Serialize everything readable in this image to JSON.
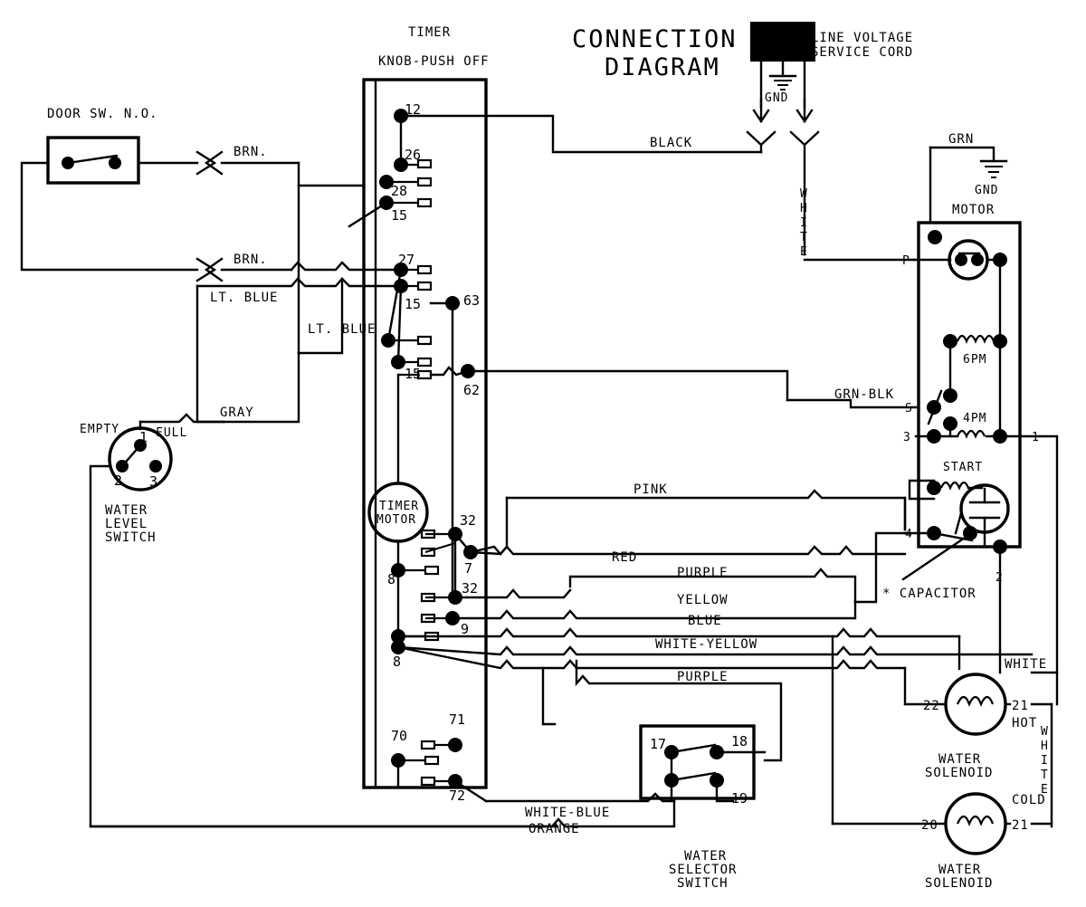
{
  "diagram": {
    "title_line1": "CONNECTION",
    "title_line2": "DIAGRAM",
    "type": "appliance-wiring-connection-diagram"
  },
  "service_cord": {
    "label_line1": "LINE VOLTAGE",
    "label_line2": "SERVICE CORD",
    "ground_label": "GND",
    "plug_icon": "plug-block-icon",
    "ground_icon": "earth-ground-icon"
  },
  "components": {
    "door_switch": {
      "label": "DOOR SW. N.O.",
      "symbol": "normally-open-switch"
    },
    "timer": {
      "label_line1": "TIMER",
      "label_line2": "KNOB-PUSH OFF",
      "motor_label_line1": "TIMER",
      "motor_label_line2": "MOTOR",
      "terminals": [
        "12",
        "26",
        "28",
        "15",
        "27",
        "15",
        "15",
        "63",
        "62",
        "32",
        "7",
        "8",
        "32",
        "9",
        "8",
        "71",
        "70",
        "72"
      ]
    },
    "water_level_switch": {
      "label_line1": "WATER",
      "label_line2": "LEVEL",
      "label_line3": "SWITCH",
      "position_left": "EMPTY",
      "position_right": "FULL",
      "terminals": [
        "1",
        "2",
        "3"
      ]
    },
    "water_selector_switch": {
      "label_line1": "WATER",
      "label_line2": "SELECTOR",
      "label_line3": "SWITCH",
      "terminals": [
        "17",
        "18",
        "19"
      ]
    },
    "motor": {
      "label": "MOTOR",
      "ground_wire": "GRN",
      "ground_label": "GND",
      "winding_1": "6PM",
      "winding_2": "4PM",
      "start_winding": "START",
      "capacitor_note": "* CAPACITOR",
      "terminals": [
        "P",
        "S",
        "3",
        "1",
        "4",
        "2"
      ]
    },
    "water_solenoid_hot": {
      "label_line1": "WATER",
      "label_line2": "SOLENOID",
      "temp": "HOT",
      "terminal_left": "22",
      "terminal_right": "21"
    },
    "water_solenoid_cold": {
      "label_line1": "WATER",
      "label_line2": "SOLENOID",
      "temp": "COLD",
      "terminal_left": "20",
      "terminal_right": "21"
    }
  },
  "wire_labels": {
    "black": "BLACK",
    "white_vertical": "WHITE",
    "brn_top": "BRN.",
    "brn_bottom": "BRN.",
    "lt_blue_1": "LT. BLUE",
    "lt_blue_2": "LT. BLUE",
    "gray": "GRAY",
    "grn_blk": "GRN-BLK",
    "pink": "PINK",
    "red": "RED",
    "purple_top": "PURPLE",
    "yellow": "YELLOW",
    "blue": "BLUE",
    "white_yellow": "WHITE-YELLOW",
    "purple_bottom": "PURPLE",
    "white_blue": "WHITE-BLUE",
    "orange": "ORANGE",
    "white_right": "WHITE",
    "white_right_vertical": "WHITE"
  },
  "colors": {
    "ink": "#000000",
    "paper": "#ffffff"
  }
}
